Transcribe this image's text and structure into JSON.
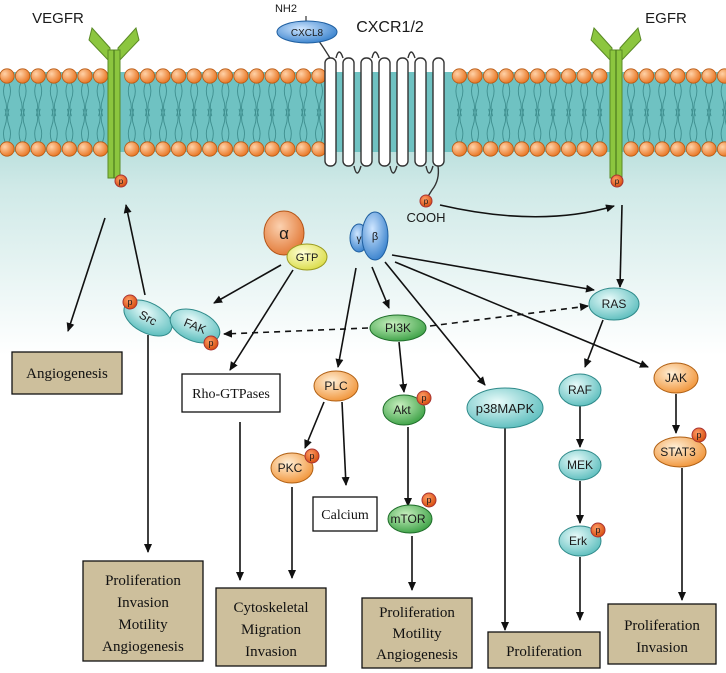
{
  "receptors": {
    "vegfr": "VEGFR",
    "egfr": "EGFR",
    "cxcr": "CXCR1/2",
    "cxcl8": "CXCL8",
    "nh2": "NH2",
    "cooh": "COOH"
  },
  "phospho_label": "p",
  "gprotein": {
    "alpha": "α",
    "gtp": "GTP",
    "gamma": "γ",
    "beta": "β"
  },
  "nodes": {
    "src": "Src",
    "fak": "FAK",
    "pi3k": "PI3K",
    "plc": "PLC",
    "akt": "Akt",
    "pkc": "PKC",
    "mtor": "mTOR",
    "p38": "p38MAPK",
    "ras": "RAS",
    "raf": "RAF",
    "mek": "MEK",
    "erk": "Erk",
    "jak": "JAK",
    "stat3": "STAT3"
  },
  "plain_boxes": {
    "rho": "Rho-GTPases",
    "calcium": "Calcium"
  },
  "outcomes": {
    "angiogenesis": "Angiogenesis",
    "box1": [
      "Proliferation",
      "Invasion",
      "Motility",
      "Angiogenesis"
    ],
    "box2": [
      "Cytoskeletal",
      "Migration",
      "Invasion"
    ],
    "box3": [
      "Proliferation",
      "Motility",
      "Angiogenesis"
    ],
    "box4": "Proliferation",
    "box5": [
      "Proliferation",
      "Invasion"
    ]
  },
  "colors": {
    "membrane_head": "#f08a3a",
    "cytoplasm": "#d6ecea",
    "receptor_green": "#8cc63f",
    "teal_node": "#6cc6c6",
    "green_node": "#4caf50",
    "orange_node": "#f4a460",
    "yellow_node": "#e8e86a",
    "blue_node": "#3a8fd8",
    "outcome_box": "#cdbf9c",
    "phospho": "#e85a12"
  }
}
